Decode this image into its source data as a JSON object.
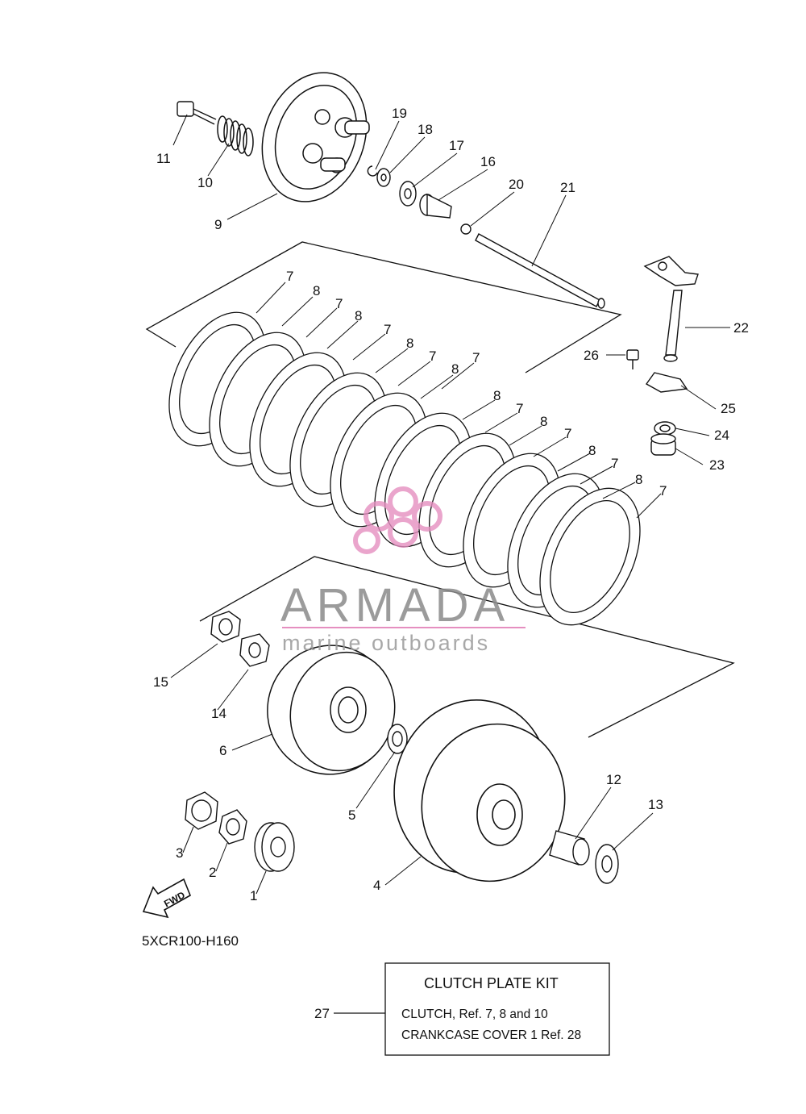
{
  "diagram_code": "5XCR100-H160",
  "fwd_label": "FWD",
  "watermark": {
    "brand": "ARMADA",
    "tagline": "marine outboards",
    "logo_color": "#e58fc0"
  },
  "kit_box": {
    "ref_number": "27",
    "title": "CLUTCH PLATE KIT",
    "line1": "CLUTCH, Ref.  7, 8 and 10",
    "line2": "CRANKCASE COVER 1 Ref. 28"
  },
  "callouts": {
    "c1": "1",
    "c2": "2",
    "c3": "3",
    "c4": "4",
    "c5": "5",
    "c6": "6",
    "c9": "9",
    "c10": "10",
    "c11": "11",
    "c12": "12",
    "c13": "13",
    "c14": "14",
    "c15": "15",
    "c16": "16",
    "c17": "17",
    "c18": "18",
    "c19": "19",
    "c20": "20",
    "c21": "21",
    "c22": "22",
    "c23": "23",
    "c24": "24",
    "c25": "25",
    "c26": "26",
    "plate_friction": "7",
    "plate_steel": "8"
  }
}
